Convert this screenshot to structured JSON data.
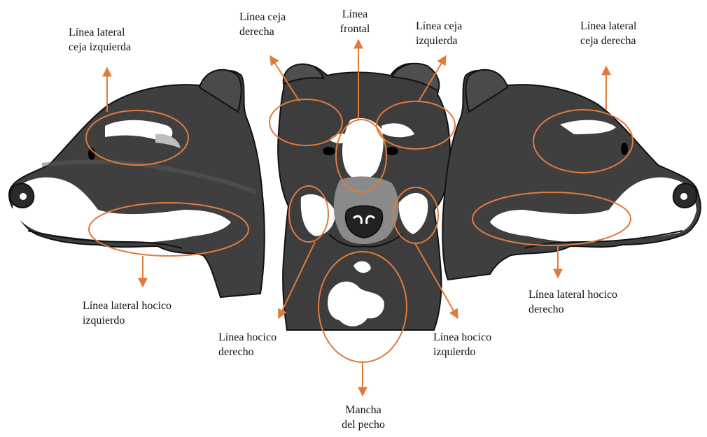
{
  "colors": {
    "annotation": "#e07b3c",
    "fur_dark": "#3b3b3b",
    "fur_mid": "#6a6a6a",
    "marking_light": "#ffffff",
    "outline": "#111111"
  },
  "views": [
    "left-profile",
    "front",
    "right-profile"
  ],
  "labels": {
    "ceja_lateral_izq": [
      "Línea lateral",
      "ceja izquierda"
    ],
    "ceja_derecha": [
      "Línea ceja",
      "derecha"
    ],
    "frontal": [
      "Línea",
      "frontal"
    ],
    "ceja_izquierda": [
      "Línea ceja",
      "izquierda"
    ],
    "ceja_lateral_der": [
      "Línea lateral",
      "ceja derecha"
    ],
    "hocico_lateral_izq": [
      "Línea lateral hocico",
      "izquierdo"
    ],
    "hocico_derecho": [
      "Línea hocico",
      "derecho"
    ],
    "hocico_izquierdo": [
      "Línea hocico",
      "izquierdo"
    ],
    "hocico_lateral_der": [
      "Línea lateral hocico",
      "derecho"
    ],
    "pecho": [
      "Mancha",
      "del pecho"
    ]
  }
}
